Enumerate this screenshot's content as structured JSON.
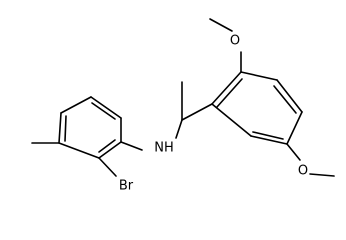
{
  "atom_labels": {
    "nh": "NH",
    "br": "Br",
    "o_top": "O",
    "o_bottom": "O"
  },
  "colors": {
    "bond": "#000000",
    "text": "#000000",
    "background": "#ffffff"
  }
}
